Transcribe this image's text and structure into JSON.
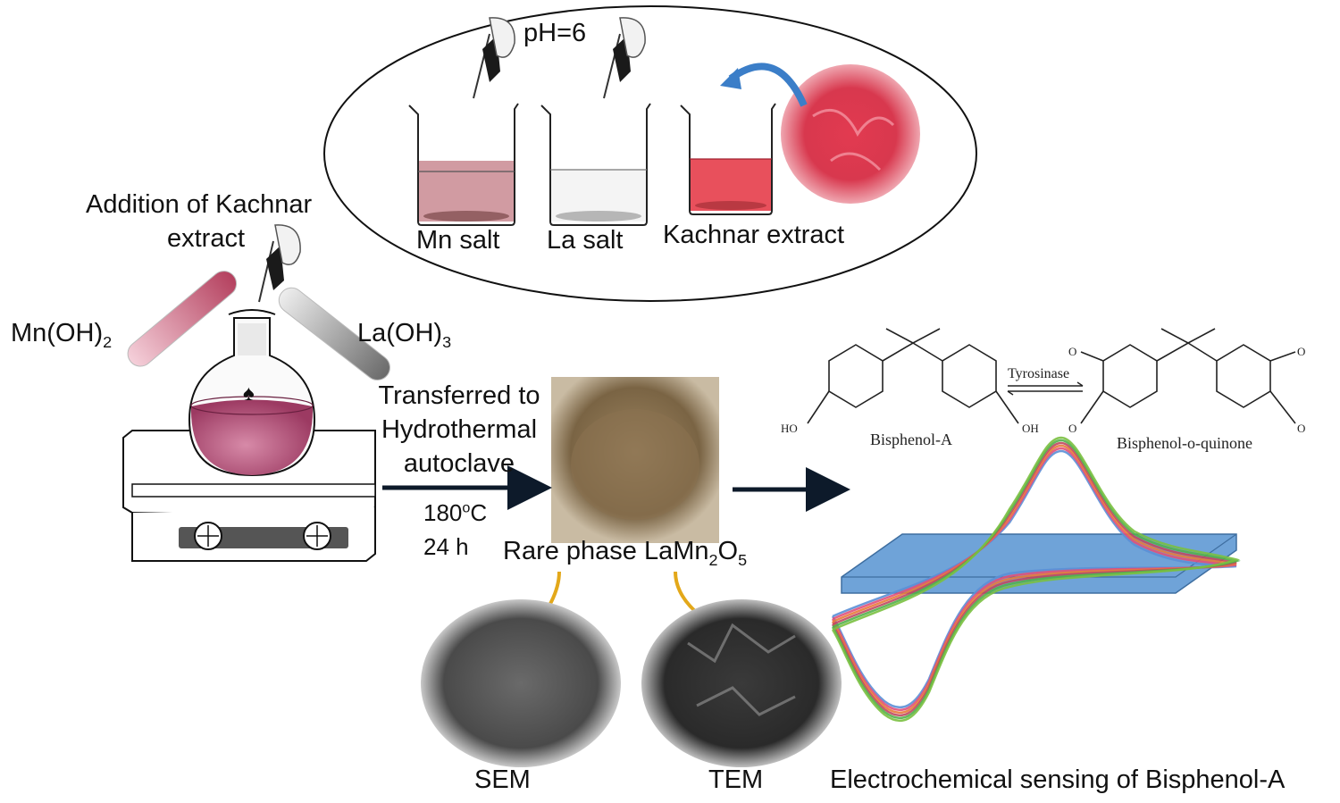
{
  "synthesis": {
    "ph_label": "pH=6",
    "beakers": [
      {
        "label": "Mn salt",
        "liquid_color": "#c98a92",
        "particle_color": "#6a3838"
      },
      {
        "label": "La salt",
        "liquid_color": "#f4f4f4",
        "particle_color": "#555555"
      },
      {
        "label": "Kachnar extract",
        "liquid_color": "#e8505c",
        "particle_color": "#9a2a30"
      }
    ],
    "addition_label_line1": "Addition of Kachnar",
    "addition_label_line2": "extract",
    "tube_left_base": "Mn(OH)",
    "tube_left_sub": "2",
    "tube_right_base": "La(OH)",
    "tube_right_sub": "3"
  },
  "process": {
    "transfer_line1": "Transferred to",
    "transfer_line2": "Hydrothermal",
    "transfer_line3": "autoclave",
    "temperature_value": "180",
    "temperature_sup": "o",
    "temperature_unit": "C",
    "duration": "24 h",
    "product_prefix": "Rare phase LaMn",
    "product_sub1": "2",
    "product_mid": "O",
    "product_sub2": "5"
  },
  "microscopy": {
    "sem_label": "SEM",
    "tem_label": "TEM"
  },
  "reaction": {
    "reactant_name": "Bisphenol-A",
    "product_name": "Bisphenol-o-quinone",
    "enzyme": "Tyrosinase",
    "ho_label": "HO",
    "oh_label": "OH",
    "o_label": "O"
  },
  "sensing": {
    "caption": "Electrochemical sensing of Bisphenol-A",
    "cv_colors": [
      "#5b8fd6",
      "#e0507a",
      "#e87a3a",
      "#c04860",
      "#52b04a",
      "#7ac040"
    ],
    "electrode_color": "#6fa3d8"
  },
  "colors": {
    "flask_liquid": "#b8527a",
    "arrow": "#0d1a2a",
    "curved_arrow_yellow": "#e3a81a",
    "curved_arrow_blue": "#3b7ec8",
    "flower": "#d8384e",
    "powder": "#8a7250"
  }
}
